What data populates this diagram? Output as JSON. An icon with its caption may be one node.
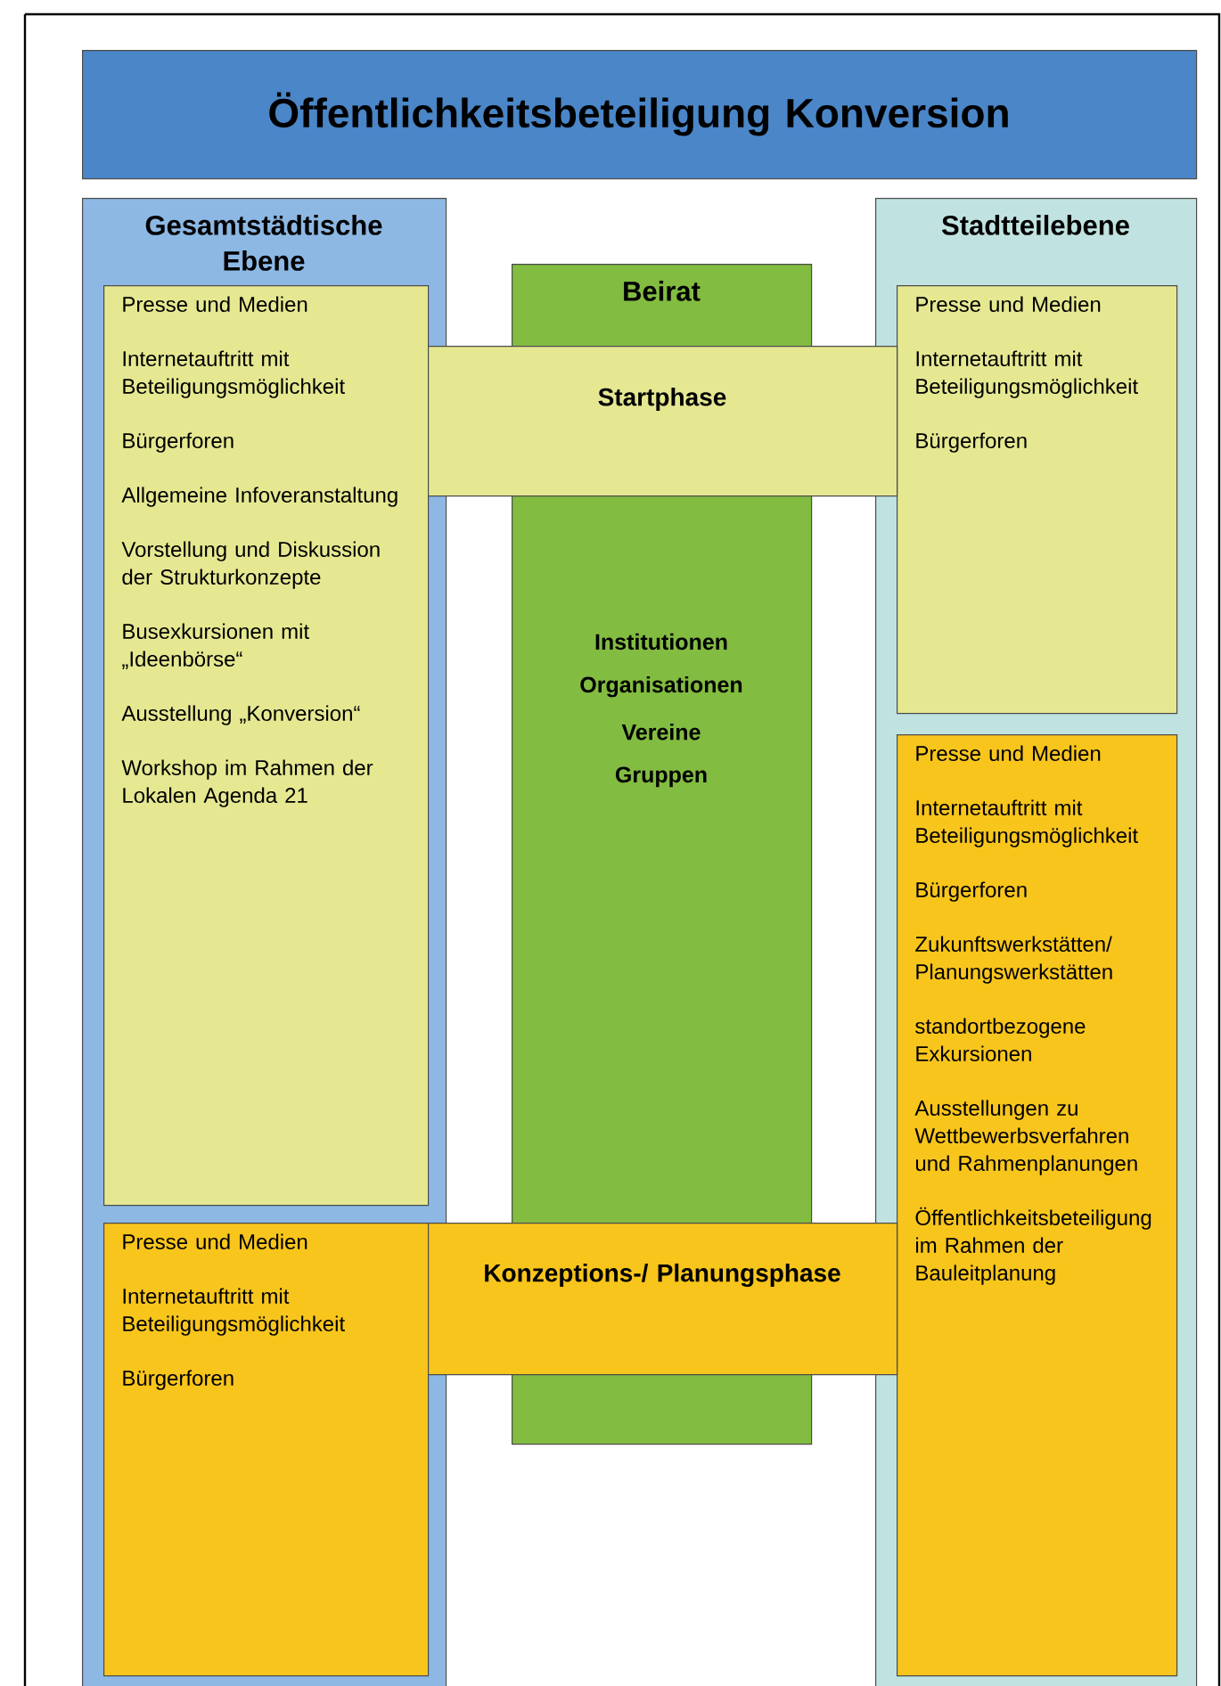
{
  "diagram": {
    "nodes": [
      {
        "text": [
          "Öffentlichkeitsbeteiligung Konversion"
        ]
      },
      {
        "text": [
          "Gesamtstädtische Ebene"
        ]
      },
      {
        "text": [
          "Presse und Medien",
          "Internetauftritt mit Beteiligungsmöglichkeit",
          "Bürgerforen",
          "Allgemeine Infoveranstaltung",
          "Vorstellung und Diskussion der Strukturkonzepte",
          "Busexkursionen mit „Ideenbörse“",
          "Ausstellung „Konversion“",
          "Workshop im Rahmen der Lokalen Agenda 21"
        ],
        "in": 1
      },
      {
        "text": [
          "Presse und Medien",
          "Internetauftritt mit Beteiligungsmöglichkeit",
          "Bürgerforen"
        ],
        "in": 1
      },
      {
        "text": [
          "Beirat",
          "Institutionen",
          "Organisationen",
          "Vereine",
          "Gruppen"
        ]
      },
      {
        "text": [
          "Startphase"
        ]
      },
      {
        "text": [
          "Konzeptions-/ Planungsphase"
        ]
      },
      {
        "text": [
          "Stadtteilebene"
        ]
      },
      {
        "text": [
          "Presse und Medien",
          "Internetauftritt mit Beteiligungsmöglichkeit",
          "Bürgerforen"
        ],
        "in": 7
      },
      {
        "text": [
          "Presse und Medien",
          "Internetauftritt mit Beteiligungsmöglichkeit",
          "Bürgerforen",
          "Zukunftswerkstätten/ Planungswerkstätten",
          "standortbezogene Exkursionen",
          "Ausstellungen zu Wettbewerbsverfahren und Rahmenplanungen",
          "Öffentlichkeitsbeteiligung im Rahmen der Bauleitplanung"
        ],
        "in": 7
      }
    ]
  }
}
